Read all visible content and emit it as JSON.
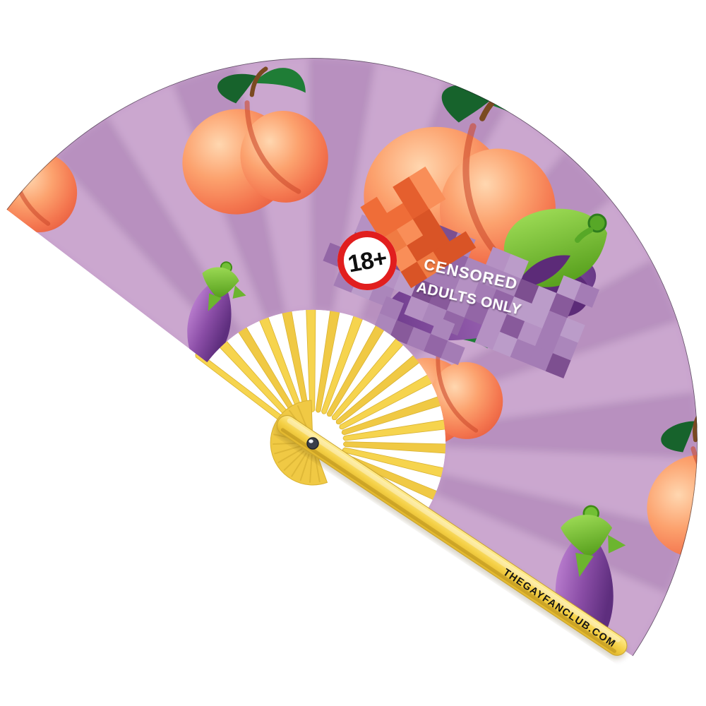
{
  "product": {
    "badge_text": "18+",
    "censor_label_line1": "CENSORED",
    "censor_label_line2": "ADULTS ONLY",
    "stave_brand_text": "THEGAYFANCLUB.COM",
    "motifs": [
      "peach-emoji",
      "eggplant-emoji"
    ]
  },
  "colors": {
    "background": "#ffffff",
    "fabric_lilac": "#c59dca",
    "pleat_shade": "rgba(93,48,110,0.12)",
    "pleat_highlight": "rgba(255,255,255,0.10)",
    "fabric_edge_line": "rgba(30,25,35,0.55)",
    "rib_yellow": "#f6d44e",
    "rib_yellow_alt": "#f0c944",
    "rib_edge": "#d9b232",
    "stave_yellow": "#f2cd45",
    "badge_ring_red": "#e11e1e",
    "badge_fill": "#ffffff",
    "badge_text_color": "#101010",
    "censor_text_color": "#ffffff",
    "stave_text_color": "#151515",
    "peach_light": "#ffd7b0",
    "peach_deep": "#e85f41",
    "leaf_green_dark": "#17632c",
    "leaf_green": "#2f8f3f",
    "eggplant_purple": "#8a4da6",
    "eggplant_dark": "#5e2e7e",
    "calyx_green": "#72bf35",
    "rivet_steel": "#3a3f4a",
    "censor_purples": [
      "#b591c3",
      "#a47cb5",
      "#9366a6",
      "#885a9b",
      "#ab86bb",
      "#7d4f90",
      "#bb9cc9"
    ],
    "censor_oranges": [
      "#f07b43",
      "#e55f2e",
      "#f98e58",
      "#d95426",
      "#ef6d38"
    ]
  }
}
